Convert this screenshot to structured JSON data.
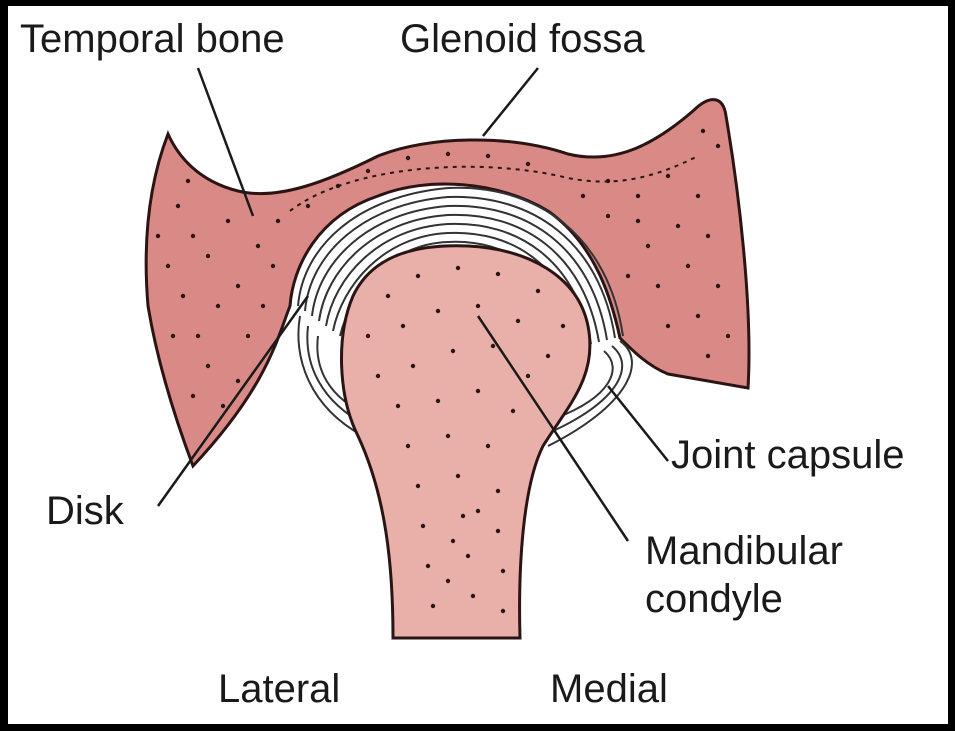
{
  "labels": {
    "temporal_bone": "Temporal bone",
    "glenoid_fossa": "Glenoid fossa",
    "joint_capsule": "Joint capsule",
    "disk": "Disk",
    "mandibular_condyle_line1": "Mandibular",
    "mandibular_condyle_line2": "condyle",
    "lateral": "Lateral",
    "medial": "Medial"
  },
  "colors": {
    "frame": "#000000",
    "background": "#ffffff",
    "temporal_bone_fill": "#d98a86",
    "condyle_fill": "#e9b0aa",
    "outline": "#2a1414",
    "disk_lines": "#333333",
    "text": "#1a1a1a"
  }
}
